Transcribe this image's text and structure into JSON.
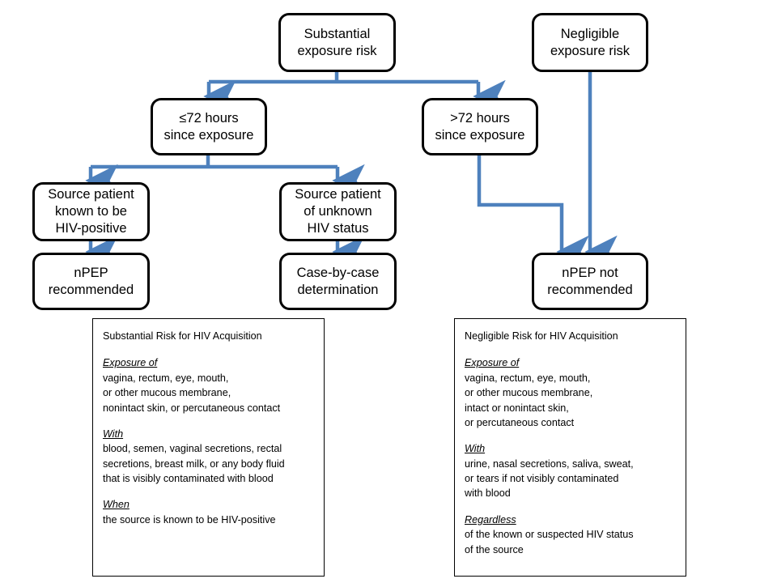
{
  "diagram": {
    "title": "nPEP decision flowchart",
    "colors": {
      "connector": "#4E81BD",
      "node_border": "#000000",
      "panel_border": "#000000",
      "background": "#FFFFFF",
      "text": "#000000"
    },
    "nodes": [
      {
        "id": "substantial-exposure-risk",
        "text": "Substantial\nexposure risk"
      },
      {
        "id": "negligible-exposure-risk",
        "text": "Negligible\nexposure risk"
      },
      {
        "id": "within-72-hours",
        "text": "≤72 hours\nsince exposure"
      },
      {
        "id": "beyond-72-hours",
        "text": ">72 hours\nsince exposure"
      },
      {
        "id": "source-known-hiv-positive",
        "text": "Source patient\nknown to be\nHIV-positive"
      },
      {
        "id": "source-unknown-hiv-status",
        "text": "Source patient\nof unknown\nHIV status"
      },
      {
        "id": "npep-recommended",
        "text": "nPEP\nrecommended"
      },
      {
        "id": "case-by-case-determination",
        "text": "Case-by-case\ndetermination"
      },
      {
        "id": "npep-not-recommended",
        "text": "nPEP not\nrecommended"
      }
    ]
  },
  "panels": {
    "substantial": {
      "title": "Substantial Risk for HIV Acquisition",
      "sections": [
        {
          "head": "Exposure of",
          "body": "vagina, rectum, eye, mouth,\nor other mucous membrane,\nnonintact skin, or percutaneous contact"
        },
        {
          "head": "With",
          "body": "blood, semen, vaginal secretions, rectal\nsecretions, breast milk, or any body fluid\nthat is visibly contaminated with blood"
        },
        {
          "head": "When",
          "body": "the source is known to be HIV-positive"
        }
      ]
    },
    "negligible": {
      "title": "Negligible Risk for HIV Acquisition",
      "sections": [
        {
          "head": "Exposure of",
          "body": "vagina, rectum, eye, mouth,\nor other mucous membrane,\nintact or nonintact skin,\nor percutaneous contact"
        },
        {
          "head": "With",
          "body": "urine, nasal secretions, saliva, sweat,\nor tears if not visibly contaminated\nwith blood"
        },
        {
          "head": "Regardless",
          "body": "of the known or suspected HIV status\nof the source"
        }
      ]
    }
  }
}
